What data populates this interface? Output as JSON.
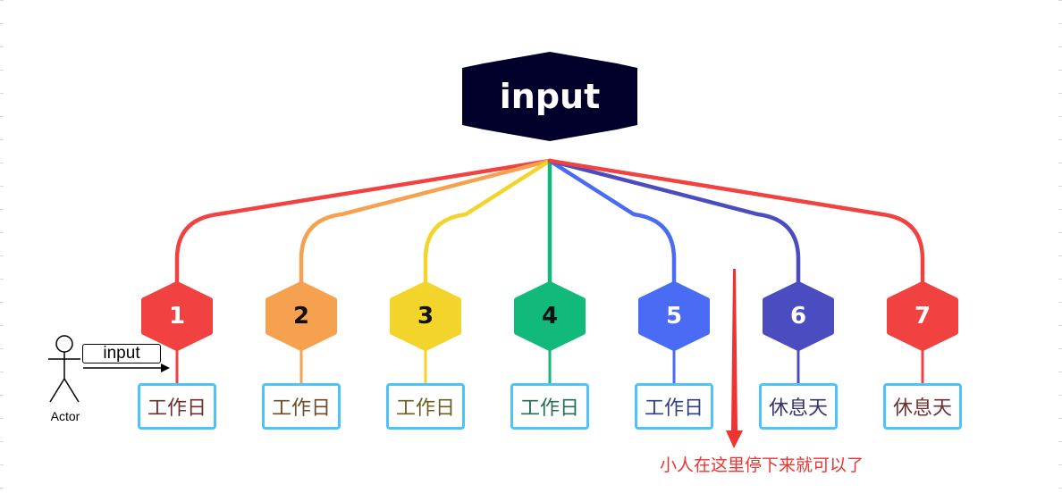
{
  "root": {
    "label": "input",
    "fill": "#00002a"
  },
  "children": [
    {
      "number": "1",
      "day": "工作日",
      "color": "#f24141",
      "num_color": "#ffffff",
      "day_color": "#6e2f2f"
    },
    {
      "number": "2",
      "day": "工作日",
      "color": "#f6a14f",
      "num_color": "#111111",
      "day_color": "#6f4a2a"
    },
    {
      "number": "3",
      "day": "工作日",
      "color": "#f2d42a",
      "num_color": "#111111",
      "day_color": "#6b5e20"
    },
    {
      "number": "4",
      "day": "工作日",
      "color": "#11b97b",
      "num_color": "#111111",
      "day_color": "#256c52"
    },
    {
      "number": "5",
      "day": "工作日",
      "color": "#4a6bf3",
      "num_color": "#ffffff",
      "day_color": "#2e3f86"
    },
    {
      "number": "6",
      "day": "休息天",
      "color": "#4a4cc0",
      "num_color": "#ffffff",
      "day_color": "#33336e"
    },
    {
      "number": "7",
      "day": "休息天",
      "color": "#f24141",
      "num_color": "#ffffff",
      "day_color": "#6e2f2f"
    }
  ],
  "actor": {
    "caption": "Actor",
    "message": "input"
  },
  "annotation": {
    "text": "小人在这里停下来就可以了",
    "color": "#ee3333"
  }
}
